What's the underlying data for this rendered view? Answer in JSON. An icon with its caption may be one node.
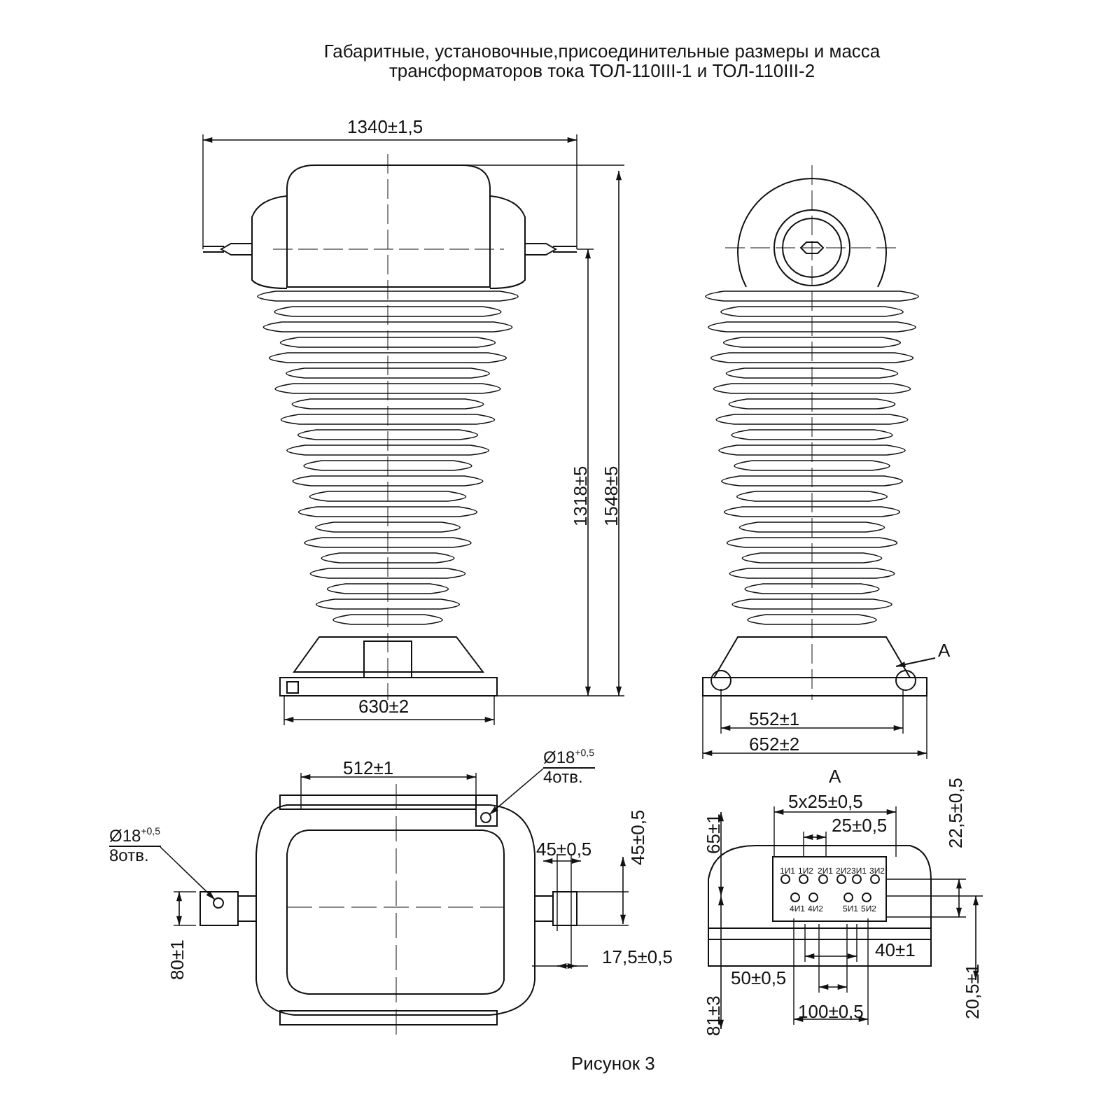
{
  "diagram": {
    "title": "Габаритные, установочные,присоединительные размеры и масса трансформаторов тока ТОЛ-110III-1 и ТОЛ-110III-2",
    "caption": "Рисунок 3",
    "nodes": [
      {
        "text": [
          "Ø18$^{+0,5}$",
          "4отв."
        ]
      },
      {
        "text": [
          "Ø18$^{+0,5}$",
          "8отв."
        ]
      },
      {
        "text": [],
        "shape": "circle"
      },
      {
        "text": [],
        "shape": "circle"
      }
    ],
    "edges": [
      {
        "from": 0,
        "to": 2,
        "arrow": "to"
      },
      {
        "from": 1,
        "to": 3,
        "arrow": "to"
      }
    ],
    "labels": [
      "1340±1,5",
      "1318±5",
      "1548±5",
      "630±2",
      "А",
      "552±1",
      "652±2",
      "512±1",
      "45±0,5",
      "45±0,5",
      "80±1",
      "17,5±0,5",
      "А",
      "5x25±0,5",
      "25±0,5",
      "65±1",
      "22,5±0,5",
      "40±1",
      "50±0,5",
      "100±0,5",
      "20,5±1",
      "81±3",
      "1И1",
      "1И2",
      "2И1",
      "2И2",
      "3И1",
      "3И2",
      "4И1",
      "4И2",
      "5И1",
      "5И2"
    ]
  }
}
